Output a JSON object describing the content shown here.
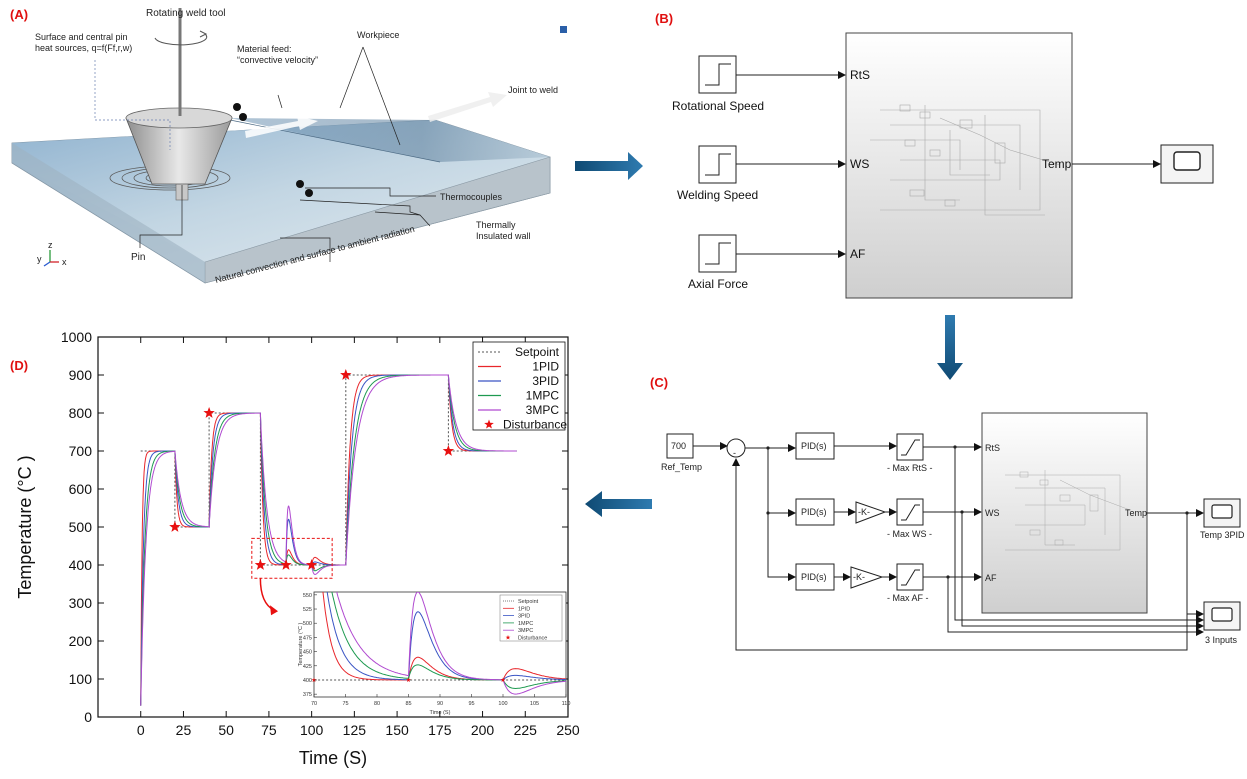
{
  "panels": {
    "a": "(A)",
    "b": "(B)",
    "c": "(C)",
    "d": "(D)"
  },
  "panel_a": {
    "heat_source": [
      "Surface and central pin",
      "heat sources, q=f(Ff,r,w)"
    ],
    "tool": "Rotating weld tool",
    "feed": [
      "Material feed:",
      "“convective velocity”"
    ],
    "workpiece": "Workpiece",
    "joint": "Joint to weld",
    "thermocouples": "Thermocouples",
    "wall": [
      "Thermally",
      "Insulated wall"
    ],
    "pin": "Pin",
    "convection": "Natural convection and surface to ambient radiation",
    "axes": {
      "z": "z",
      "y": "y",
      "x": "x"
    }
  },
  "panel_b": {
    "inputs": [
      "Rotational Speed",
      "Welding Speed",
      "Axial Force"
    ],
    "ports_in": [
      "RtS",
      "WS",
      "AF"
    ],
    "port_out": "Temp"
  },
  "panel_c": {
    "ref_value": "700",
    "ref_label": "Ref_Temp",
    "pid": "PID(s)",
    "gain": "-K-",
    "sat": [
      "- Max RtS -",
      "- Max WS -",
      "- Max AF -"
    ],
    "ports_in": [
      "RtS",
      "WS",
      "AF"
    ],
    "port_out": "Temp",
    "scope1": "Temp 3PID",
    "scope2": "3 Inputs"
  },
  "colors": {
    "setpoint": "#555555",
    "pid1": "#e8262b",
    "pid3": "#3a55c4",
    "mpc1": "#1e9a50",
    "mpc3": "#b04ad0",
    "star": "#e81010",
    "arrow": "#1a5d8a"
  },
  "chart_data": {
    "type": "line",
    "xlabel": "Time (S)",
    "ylabel": "Temperature (°C )",
    "xlim": [
      -25,
      250
    ],
    "ylim": [
      0,
      1000
    ],
    "xticks": [
      0,
      25,
      50,
      75,
      100,
      125,
      150,
      175,
      200,
      225,
      250
    ],
    "yticks": [
      0,
      100,
      200,
      300,
      400,
      500,
      600,
      700,
      800,
      900,
      1000
    ],
    "legend_position": "top-right",
    "legend": [
      "Setpoint",
      "1PID",
      "3PID",
      "1MPC",
      "3MPC",
      "Disturbance"
    ],
    "setpoint": {
      "x": [
        0,
        20,
        20,
        40,
        40,
        70,
        70,
        120,
        120,
        180,
        180,
        220
      ],
      "y": [
        700,
        700,
        500,
        500,
        800,
        800,
        400,
        400,
        900,
        900,
        700,
        700
      ]
    },
    "disturbances": {
      "x": [
        20,
        40,
        70,
        85,
        100,
        120,
        180
      ],
      "y": [
        500,
        800,
        400,
        400,
        400,
        900,
        700
      ]
    },
    "series": [
      {
        "name": "1PID",
        "tau": [
          0.8,
          1.2,
          1.5,
          1.5,
          2.5,
          2.0
        ],
        "bump": [
          40,
          20
        ]
      },
      {
        "name": "3PID",
        "tau": [
          1.6,
          2.0,
          2.2,
          2.2,
          3.5,
          2.6
        ],
        "bump": [
          120,
          8
        ]
      },
      {
        "name": "1MPC",
        "tau": [
          2.4,
          2.8,
          3.2,
          3.0,
          5.0,
          3.6
        ],
        "bump": [
          25,
          -15
        ]
      },
      {
        "name": "3MPC",
        "tau": [
          3.0,
          3.6,
          4.0,
          3.8,
          6.0,
          4.4
        ],
        "bump": [
          150,
          -25
        ]
      }
    ],
    "inset": {
      "xlabel": "Time (S)",
      "ylabel": "Temperature (°C )",
      "xlim": [
        70,
        110
      ],
      "ylim": [
        370,
        555
      ],
      "xticks": [
        70,
        75,
        80,
        85,
        90,
        95,
        100,
        105,
        110
      ],
      "yticks": [
        375,
        400,
        425,
        450,
        475,
        500,
        525,
        550
      ]
    }
  }
}
